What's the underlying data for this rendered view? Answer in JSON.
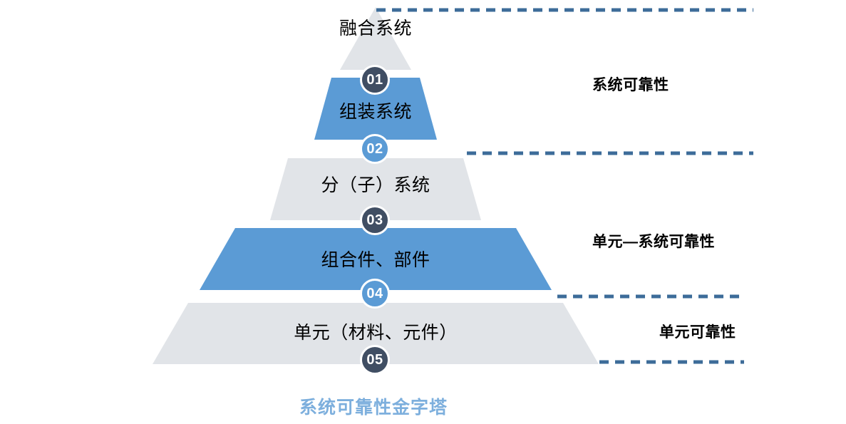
{
  "diagram": {
    "caption": "系统可靠性金字塔",
    "caption_color": "#7dafdd",
    "colors": {
      "blue_tier": "#5b9bd5",
      "gray_tier": "#e1e4e8",
      "badge_dark": "#404e63",
      "badge_blue": "#5b9bd5",
      "dash_line": "#3d6c99",
      "text": "#000000"
    },
    "tiers": [
      {
        "label": "融合系统",
        "number": "01",
        "fill": "gray",
        "badge_style": "dark"
      },
      {
        "label": "组装系统",
        "number": "02",
        "fill": "blue",
        "badge_style": "blue"
      },
      {
        "label": "分（子）系统",
        "number": "03",
        "fill": "gray",
        "badge_style": "dark"
      },
      {
        "label": "组合件、部件",
        "number": "04",
        "fill": "blue",
        "badge_style": "blue"
      },
      {
        "label": "单元（材料、元件）",
        "number": "05",
        "fill": "gray",
        "badge_style": "dark"
      }
    ],
    "side_labels": [
      {
        "text": "系统可靠性"
      },
      {
        "text": "单元—系统可靠性"
      },
      {
        "text": "单元可靠性"
      }
    ]
  }
}
